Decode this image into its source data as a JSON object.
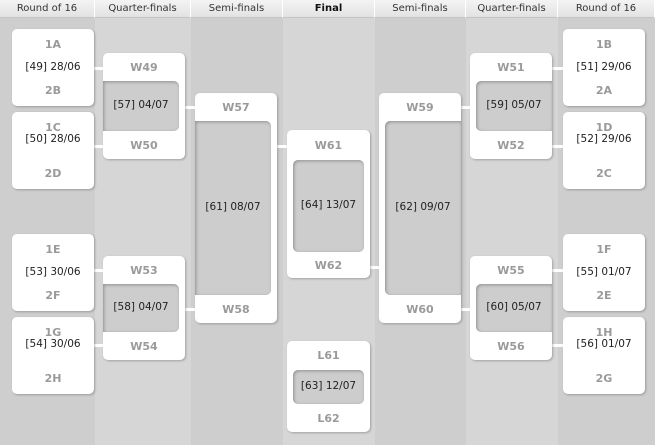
{
  "headers": [
    "Round of 16",
    "Quarter-finals",
    "Semi-finals",
    "Final",
    "Semi-finals",
    "Quarter-finals",
    "Round of 16"
  ],
  "r16_left": [
    {
      "top": "1A",
      "date": "[49] 28/06",
      "bottom": "2B"
    },
    {
      "top": "1C",
      "date": "[50] 28/06",
      "bottom": "2D"
    },
    {
      "top": "1E",
      "date": "[53] 30/06",
      "bottom": "2F"
    },
    {
      "top": "1G",
      "date": "[54] 30/06",
      "bottom": "2H"
    }
  ],
  "r16_right": [
    {
      "top": "1B",
      "date": "[51] 29/06",
      "bottom": "2A"
    },
    {
      "top": "1D",
      "date": "[52] 29/06",
      "bottom": "2C"
    },
    {
      "top": "1F",
      "date": "[55] 01/07",
      "bottom": "2E"
    },
    {
      "top": "1H",
      "date": "[56] 01/07",
      "bottom": "2G"
    }
  ],
  "qf_left": [
    {
      "top": "W49",
      "date": "[57] 04/07",
      "bottom": "W50"
    },
    {
      "top": "W53",
      "date": "[58] 04/07",
      "bottom": "W54"
    }
  ],
  "qf_right": [
    {
      "top": "W51",
      "date": "[59] 05/07",
      "bottom": "W52"
    },
    {
      "top": "W55",
      "date": "[60] 05/07",
      "bottom": "W56"
    }
  ],
  "sf_left": {
    "top": "W57",
    "date": "[61] 08/07",
    "bottom": "W58"
  },
  "sf_right": {
    "top": "W59",
    "date": "[62] 09/07",
    "bottom": "W60"
  },
  "final": {
    "top": "W61",
    "date": "[64] 13/07",
    "bottom": "W62"
  },
  "third": {
    "top": "L61",
    "date": "[63] 12/07",
    "bottom": "L62"
  }
}
